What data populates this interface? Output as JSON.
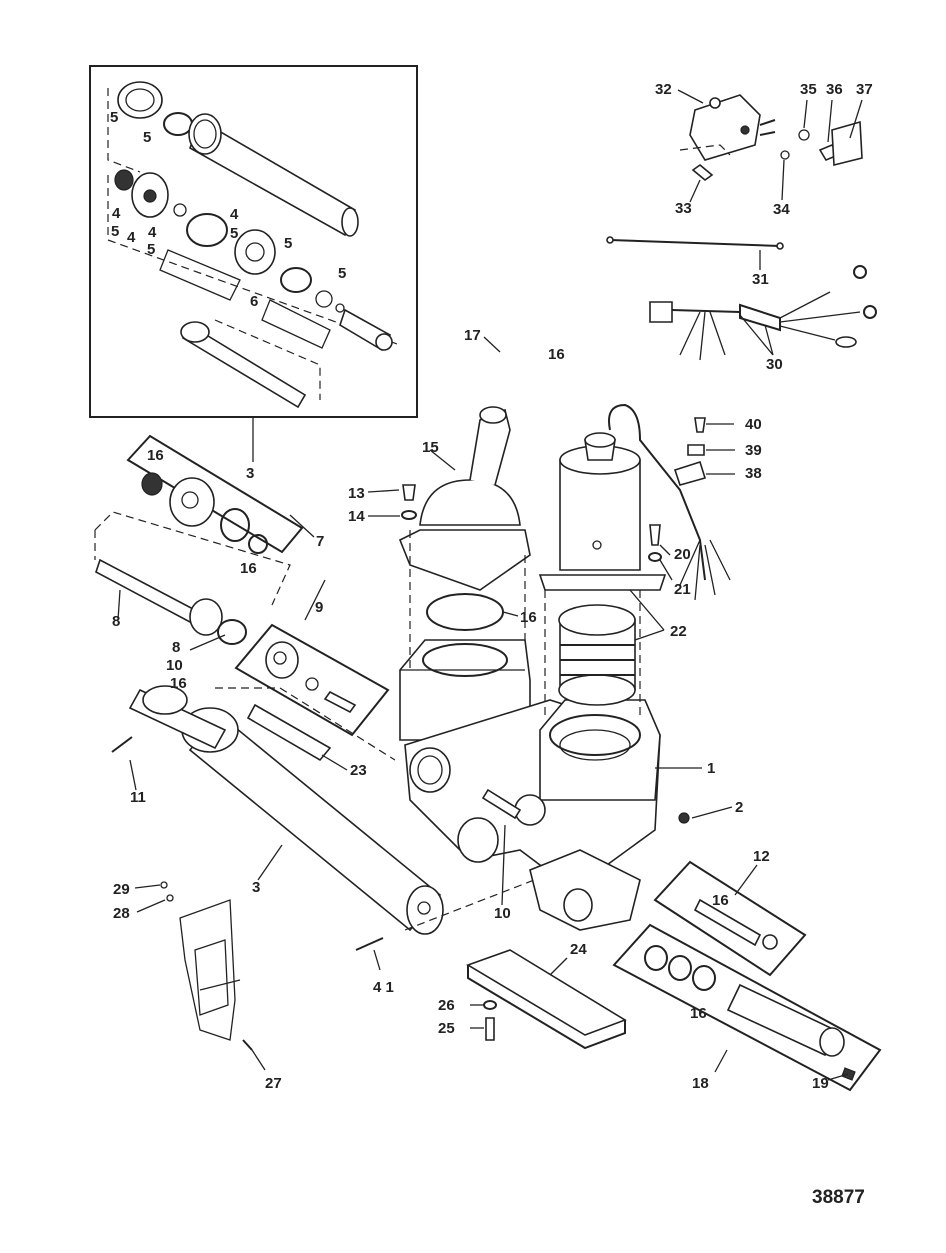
{
  "diagram": {
    "drawing_number": "38877",
    "callouts": [
      "1",
      "2",
      "3",
      "3",
      "4",
      "4",
      "4",
      "4",
      "5",
      "5",
      "5",
      "5",
      "5",
      "5",
      "5",
      "6",
      "7",
      "8",
      "8",
      "9",
      "10",
      "10",
      "11",
      "12",
      "13",
      "14",
      "15",
      "16",
      "16",
      "16",
      "16",
      "16",
      "16",
      "16",
      "17",
      "18",
      "19",
      "20",
      "21",
      "22",
      "23",
      "24",
      "25",
      "26",
      "27",
      "28",
      "29",
      "30",
      "31",
      "32",
      "33",
      "34",
      "35",
      "36",
      "37",
      "38",
      "39",
      "40",
      "4 1"
    ],
    "parts": [
      {
        "id": "p1",
        "name": "pump-body"
      },
      {
        "id": "p15",
        "name": "reservoir-cap"
      },
      {
        "id": "p22",
        "name": "motor"
      },
      {
        "id": "p3",
        "name": "trim-cylinder"
      },
      {
        "id": "p30",
        "name": "wire-harness"
      },
      {
        "id": "p32",
        "name": "relay-solenoid"
      }
    ]
  }
}
